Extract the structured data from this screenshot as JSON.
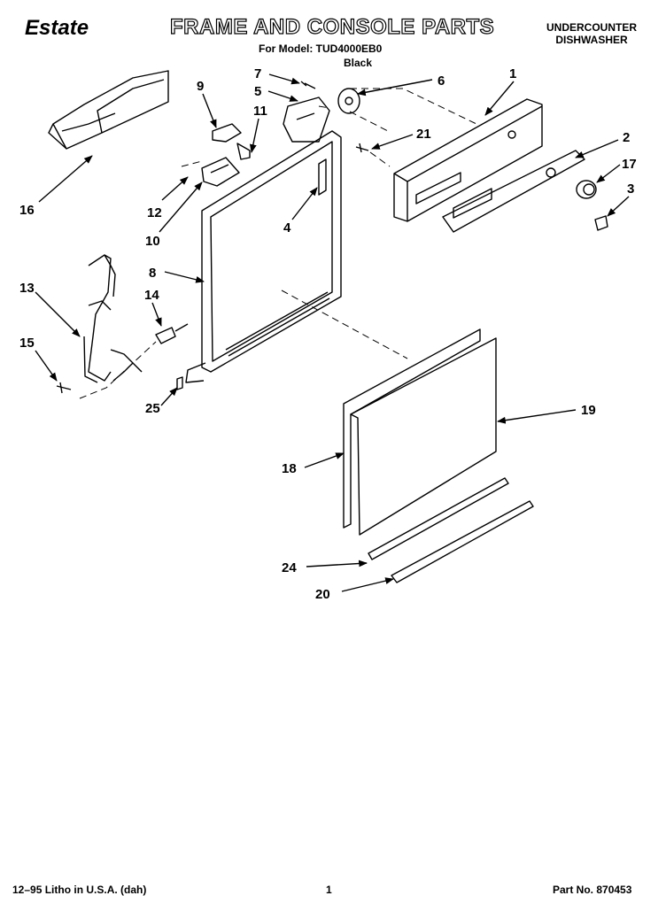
{
  "header": {
    "brand": "Estate",
    "title": "FRAME AND CONSOLE PARTS",
    "model_line": "For Model: TUD4000EB0",
    "color": "Black",
    "product_line1": "UNDERCOUNTER",
    "product_line2": "DISHWASHER"
  },
  "callouts": [
    "1",
    "2",
    "3",
    "4",
    "5",
    "6",
    "7",
    "8",
    "9",
    "10",
    "11",
    "12",
    "13",
    "14",
    "15",
    "16",
    "17",
    "18",
    "19",
    "20",
    "21",
    "24",
    "25"
  ],
  "footer": {
    "litho": "12–95 Litho in U.S.A. (dah)",
    "page": "1",
    "part_no": "Part No. 870453"
  }
}
